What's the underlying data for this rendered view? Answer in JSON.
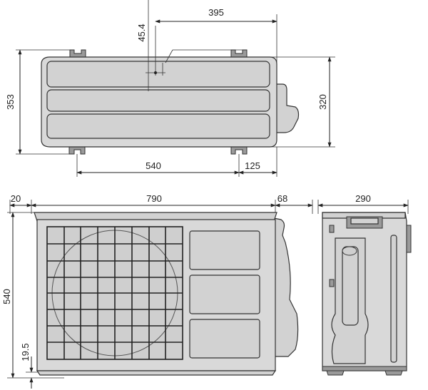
{
  "dimensions": {
    "top_view": {
      "offset_right": "395",
      "offset_front": "45.4",
      "depth_left": "353",
      "depth_right": "320",
      "mount_spacing": "540",
      "mount_offset": "125"
    },
    "front_view": {
      "left_overhang": "20",
      "width": "790",
      "valve_protrusion": "68",
      "height": "540",
      "foot_height": "19.5"
    },
    "side_view": {
      "depth": "290"
    }
  }
}
